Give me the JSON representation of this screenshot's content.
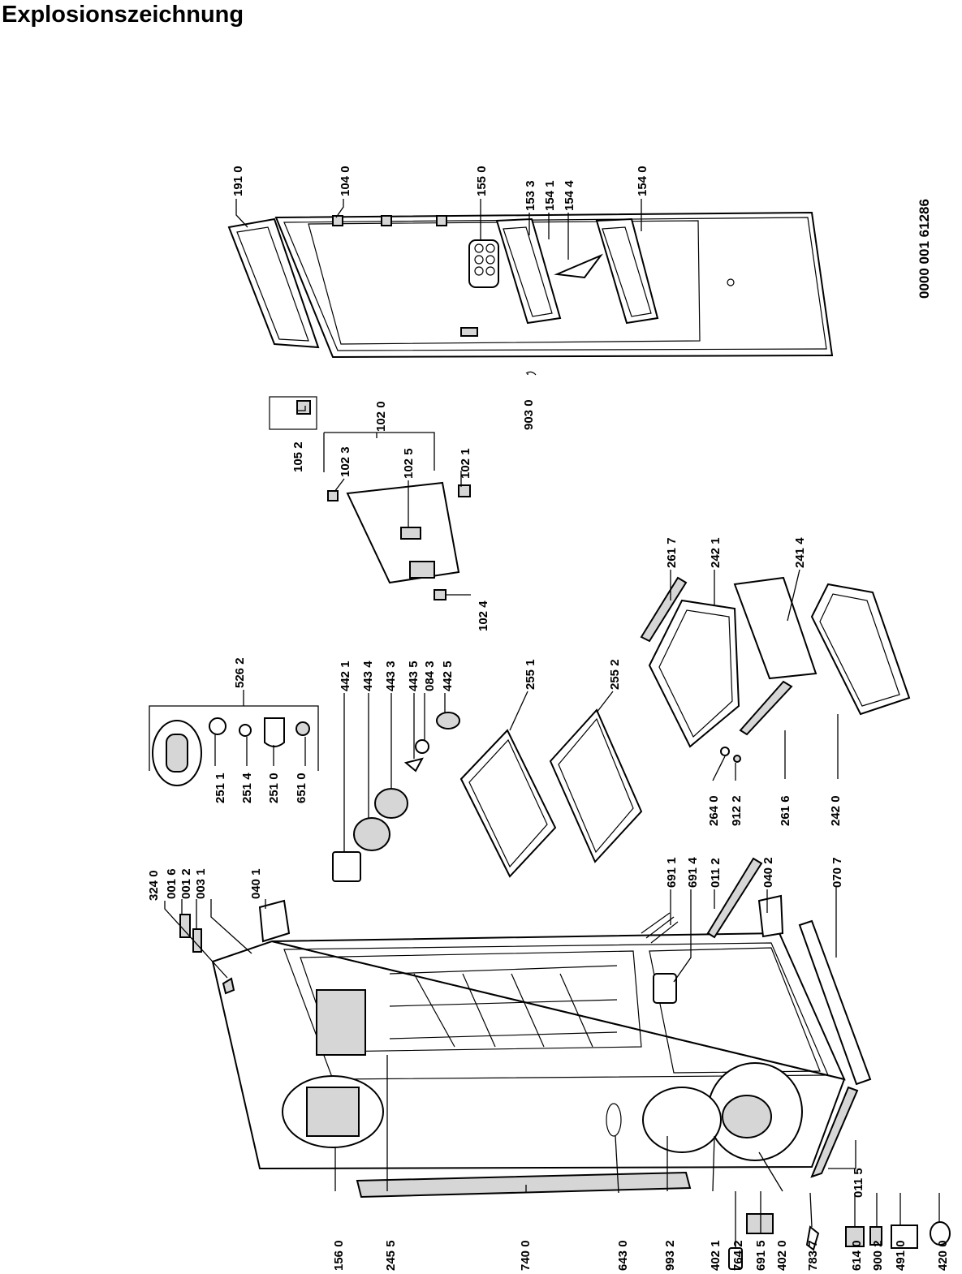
{
  "title": "Explosionszeichnung",
  "document_number": "0000 001 61286",
  "part_numbers": [
    "324 0",
    "001 6",
    "001 2",
    "003 1",
    "040 1",
    "526 2",
    "251 1",
    "251 4",
    "251 0",
    "651 0",
    "442 1",
    "443 4",
    "443 3",
    "443 5",
    "084 3",
    "442 5",
    "255 1",
    "255 2",
    "691 1",
    "691 4",
    "011 2",
    "040 2",
    "070 7",
    "264 0",
    "912 2",
    "261 6",
    "242 0",
    "261 7",
    "242 1",
    "241 4",
    "102 4",
    "105 2",
    "102 3",
    "102 0",
    "102 5",
    "102 1",
    "903 0",
    "191 0",
    "104 0",
    "155 0",
    "153 3",
    "154 1",
    "154 4",
    "154 0",
    "156 0",
    "245 5",
    "740 0",
    "643 0",
    "993 2",
    "402 1",
    "764 2",
    "691 5",
    "402 0",
    "783 7",
    "614 0",
    "900 2",
    "491 0",
    "420 0",
    "011 5"
  ]
}
